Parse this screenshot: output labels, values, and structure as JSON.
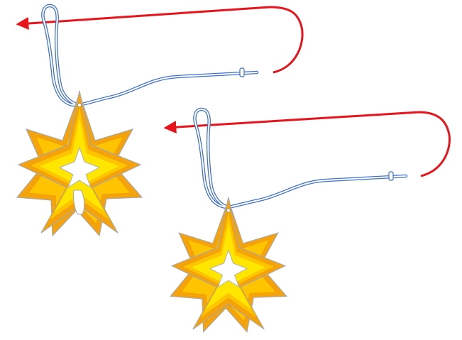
{
  "colors": {
    "background": "#ffffff",
    "arrow": "#e8141b",
    "cord_edge": "#3e6fd1",
    "cord_fill": "#ffffff",
    "star_outer": "#f5a30c",
    "star_outline": "#a8a8a8",
    "star_middle": "#ffc400",
    "star_inner": "#ffe600",
    "cutout": "#ffffff"
  },
  "ornaments": [
    {
      "name": "star-ornament-1",
      "icon": "eight-point-star-ornament",
      "cord": "cord-1",
      "arrow": "red-arrow-1",
      "has_hanging_tab": true
    },
    {
      "name": "star-ornament-2",
      "icon": "eight-point-star-ornament",
      "cord": "cord-2",
      "arrow": "red-arrow-2",
      "has_hanging_tab": false
    }
  ]
}
